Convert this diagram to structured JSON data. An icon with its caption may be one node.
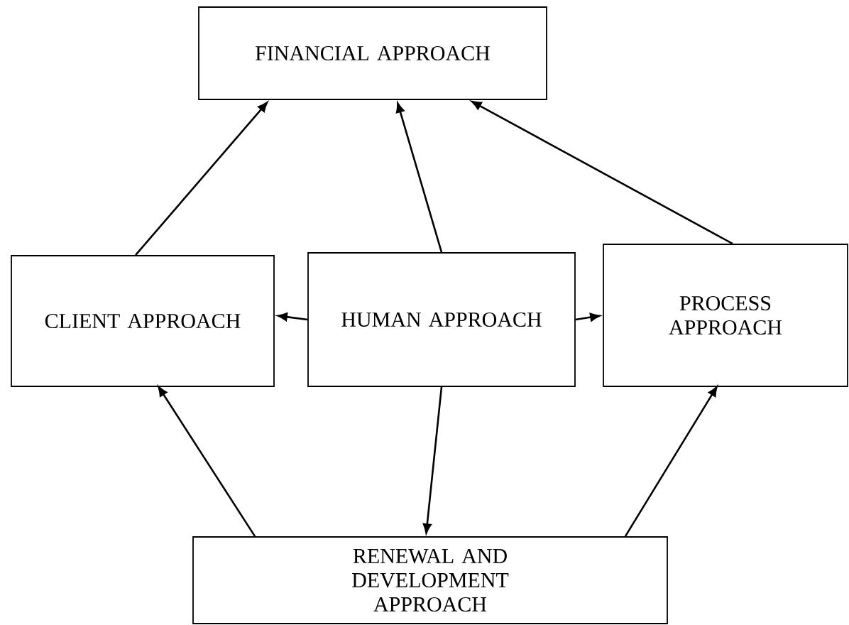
{
  "diagram": {
    "nodes": [
      {
        "text": [
          "FINANCIAL APPROACH"
        ]
      },
      {
        "text": [
          "CLIENT APPROACH"
        ]
      },
      {
        "text": [
          "HUMAN APPROACH"
        ]
      },
      {
        "text": [
          "PROCESS APPROACH"
        ]
      },
      {
        "text": [
          "RENEWAL AND DEVELOPMENT APPROACH"
        ]
      }
    ],
    "edges": [
      {
        "from": 1,
        "to": 0,
        "arrow": "to"
      },
      {
        "from": 2,
        "to": 0,
        "arrow": "to"
      },
      {
        "from": 3,
        "to": 0,
        "arrow": "to"
      },
      {
        "from": 2,
        "to": 1,
        "arrow": "to"
      },
      {
        "from": 2,
        "to": 3,
        "arrow": "to"
      },
      {
        "from": 2,
        "to": 4,
        "arrow": "to"
      },
      {
        "from": 4,
        "to": 1,
        "arrow": "to"
      },
      {
        "from": 4,
        "to": 3,
        "arrow": "to"
      }
    ]
  }
}
